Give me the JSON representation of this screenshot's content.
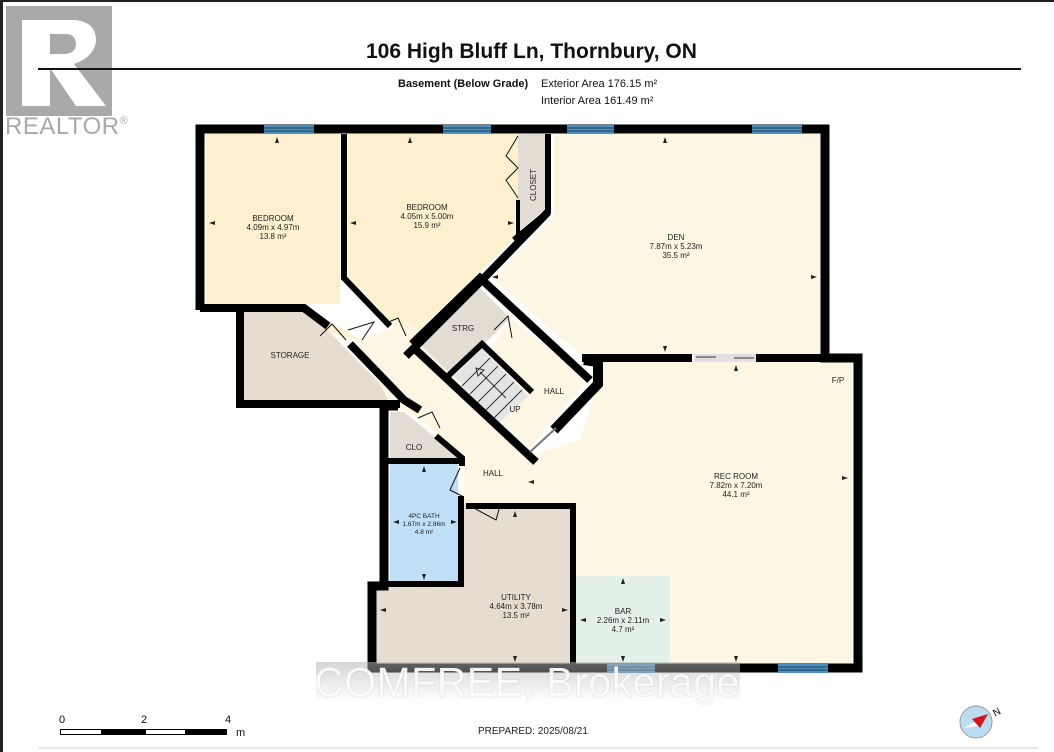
{
  "branding": {
    "logo_letter": "R",
    "logo_text": "REALTOR",
    "logo_mark": "®",
    "watermark": "COMFREE, Brokerage"
  },
  "header": {
    "title": "106 High Bluff Ln, Thornbury, ON",
    "level": "Basement (Below Grade)",
    "exterior_area": "Exterior Area 176.15 m²",
    "interior_area": "Interior Area 161.49 m²"
  },
  "rooms": [
    {
      "id": "bedroom-1",
      "name": "BEDROOM",
      "dims": "4.09m x 4.97m",
      "area": "13.8 m²",
      "color": "#fdf0cf"
    },
    {
      "id": "bedroom-2",
      "name": "BEDROOM",
      "dims": "4.05m x 5.00m",
      "area": "15.9 m²",
      "color": "#fdf0cf"
    },
    {
      "id": "closet",
      "name": "CLOSET",
      "dims": "",
      "area": "",
      "color": "#e6ddd0"
    },
    {
      "id": "den",
      "name": "DEN",
      "dims": "7.87m x 5.23m",
      "area": "35.5 m²",
      "color": "#fdf6e3"
    },
    {
      "id": "storage",
      "name": "STORAGE",
      "dims": "",
      "area": "",
      "color": "#e6ddd0"
    },
    {
      "id": "strg",
      "name": "STRG",
      "dims": "",
      "area": "",
      "color": "#e6ddd0"
    },
    {
      "id": "hall-upper",
      "name": "HALL",
      "dims": "",
      "area": "",
      "color": "#fdf6e3"
    },
    {
      "id": "stairs",
      "name": "UP",
      "dims": "",
      "area": "",
      "color": "#e4e4e4"
    },
    {
      "id": "clo",
      "name": "CLO",
      "dims": "",
      "area": "",
      "color": "#e6ddd0"
    },
    {
      "id": "hall-lower",
      "name": "HALL",
      "dims": "",
      "area": "",
      "color": "#fdf6e3"
    },
    {
      "id": "rec-room",
      "name": "REC ROOM",
      "dims": "7.82m x 7.20m",
      "area": "44.1 m²",
      "color": "#fdf6e3"
    },
    {
      "id": "fireplace",
      "name": "F/P",
      "dims": "",
      "area": "",
      "color": ""
    },
    {
      "id": "bath",
      "name": "4PC BATH",
      "dims": "1.67m x 2.86m",
      "area": "4.8 m²",
      "color": "#bfe0f7"
    },
    {
      "id": "utility",
      "name": "UTILITY",
      "dims": "4.64m x 3.78m",
      "area": "13.5 m²",
      "color": "#e6ddd0"
    },
    {
      "id": "bar",
      "name": "BAR",
      "dims": "2.26m x 2.11m",
      "area": "4.7 m²",
      "color": "#e3f0e8"
    }
  ],
  "colors": {
    "wall": "#000000",
    "window": "#4a90c0",
    "window_light": "#a8d0ea",
    "logo_grey": "#a9a9a9",
    "compass_red": "#d8141c",
    "compass_blue": "#bcdcf2"
  },
  "scale_bar": {
    "ticks": [
      "0",
      "2",
      "4"
    ],
    "unit": "m"
  },
  "footer": {
    "prepared": "PREPARED: 2025/08/21"
  },
  "compass": {
    "label": "N"
  }
}
